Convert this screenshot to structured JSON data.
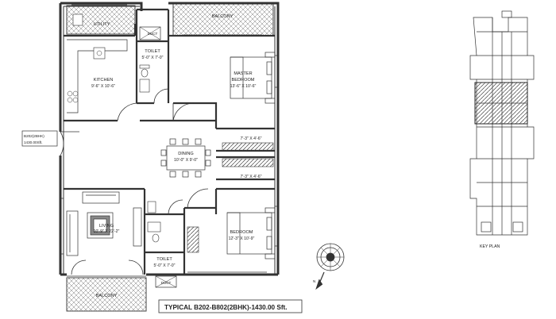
{
  "plan": {
    "title": "TYPICAL B202-B802(2BHK)-1430.00 Sft.",
    "unit_tag_line1": "B202(2BHK)",
    "unit_tag_line2": "1430.00Sft.",
    "compass_label": "N",
    "rooms": {
      "utility": {
        "name": "UTILITY"
      },
      "balcony_top": {
        "name": "BALCONY"
      },
      "duct_top": {
        "name": "DUCT"
      },
      "toilet_top": {
        "name": "TOILET",
        "dim": "5'-0\" X 7'-0\""
      },
      "kitchen": {
        "name": "KITCHEN",
        "dim": "9'-6\" X 10'-6\""
      },
      "master_bedroom": {
        "name_line1": "MASTER",
        "name_line2": "BEDROOM",
        "dim": "13'-6\" X 10'-6\""
      },
      "passage_top": {
        "dim": "7'-3\" X 4'-6\""
      },
      "dining": {
        "name": "DINING",
        "dim": "10'-0\" X 9'-0\""
      },
      "passage_bottom": {
        "dim": "7'-3\" X 4'-6\""
      },
      "living": {
        "name": "LIVING",
        "dim": "10'-9\" X 22'-2\""
      },
      "bedroom": {
        "name": "BEDROOM",
        "dim": "12'-3\" X 10'-9\""
      },
      "toilet_bottom": {
        "name": "TOILET",
        "dim": "5'-0\" X 7'-0\""
      },
      "duct_bottom": {
        "name": "DUCT"
      },
      "balcony_bottom": {
        "name": "BALCONY"
      }
    }
  },
  "key_plan": {
    "label": "KEY PLAN"
  }
}
